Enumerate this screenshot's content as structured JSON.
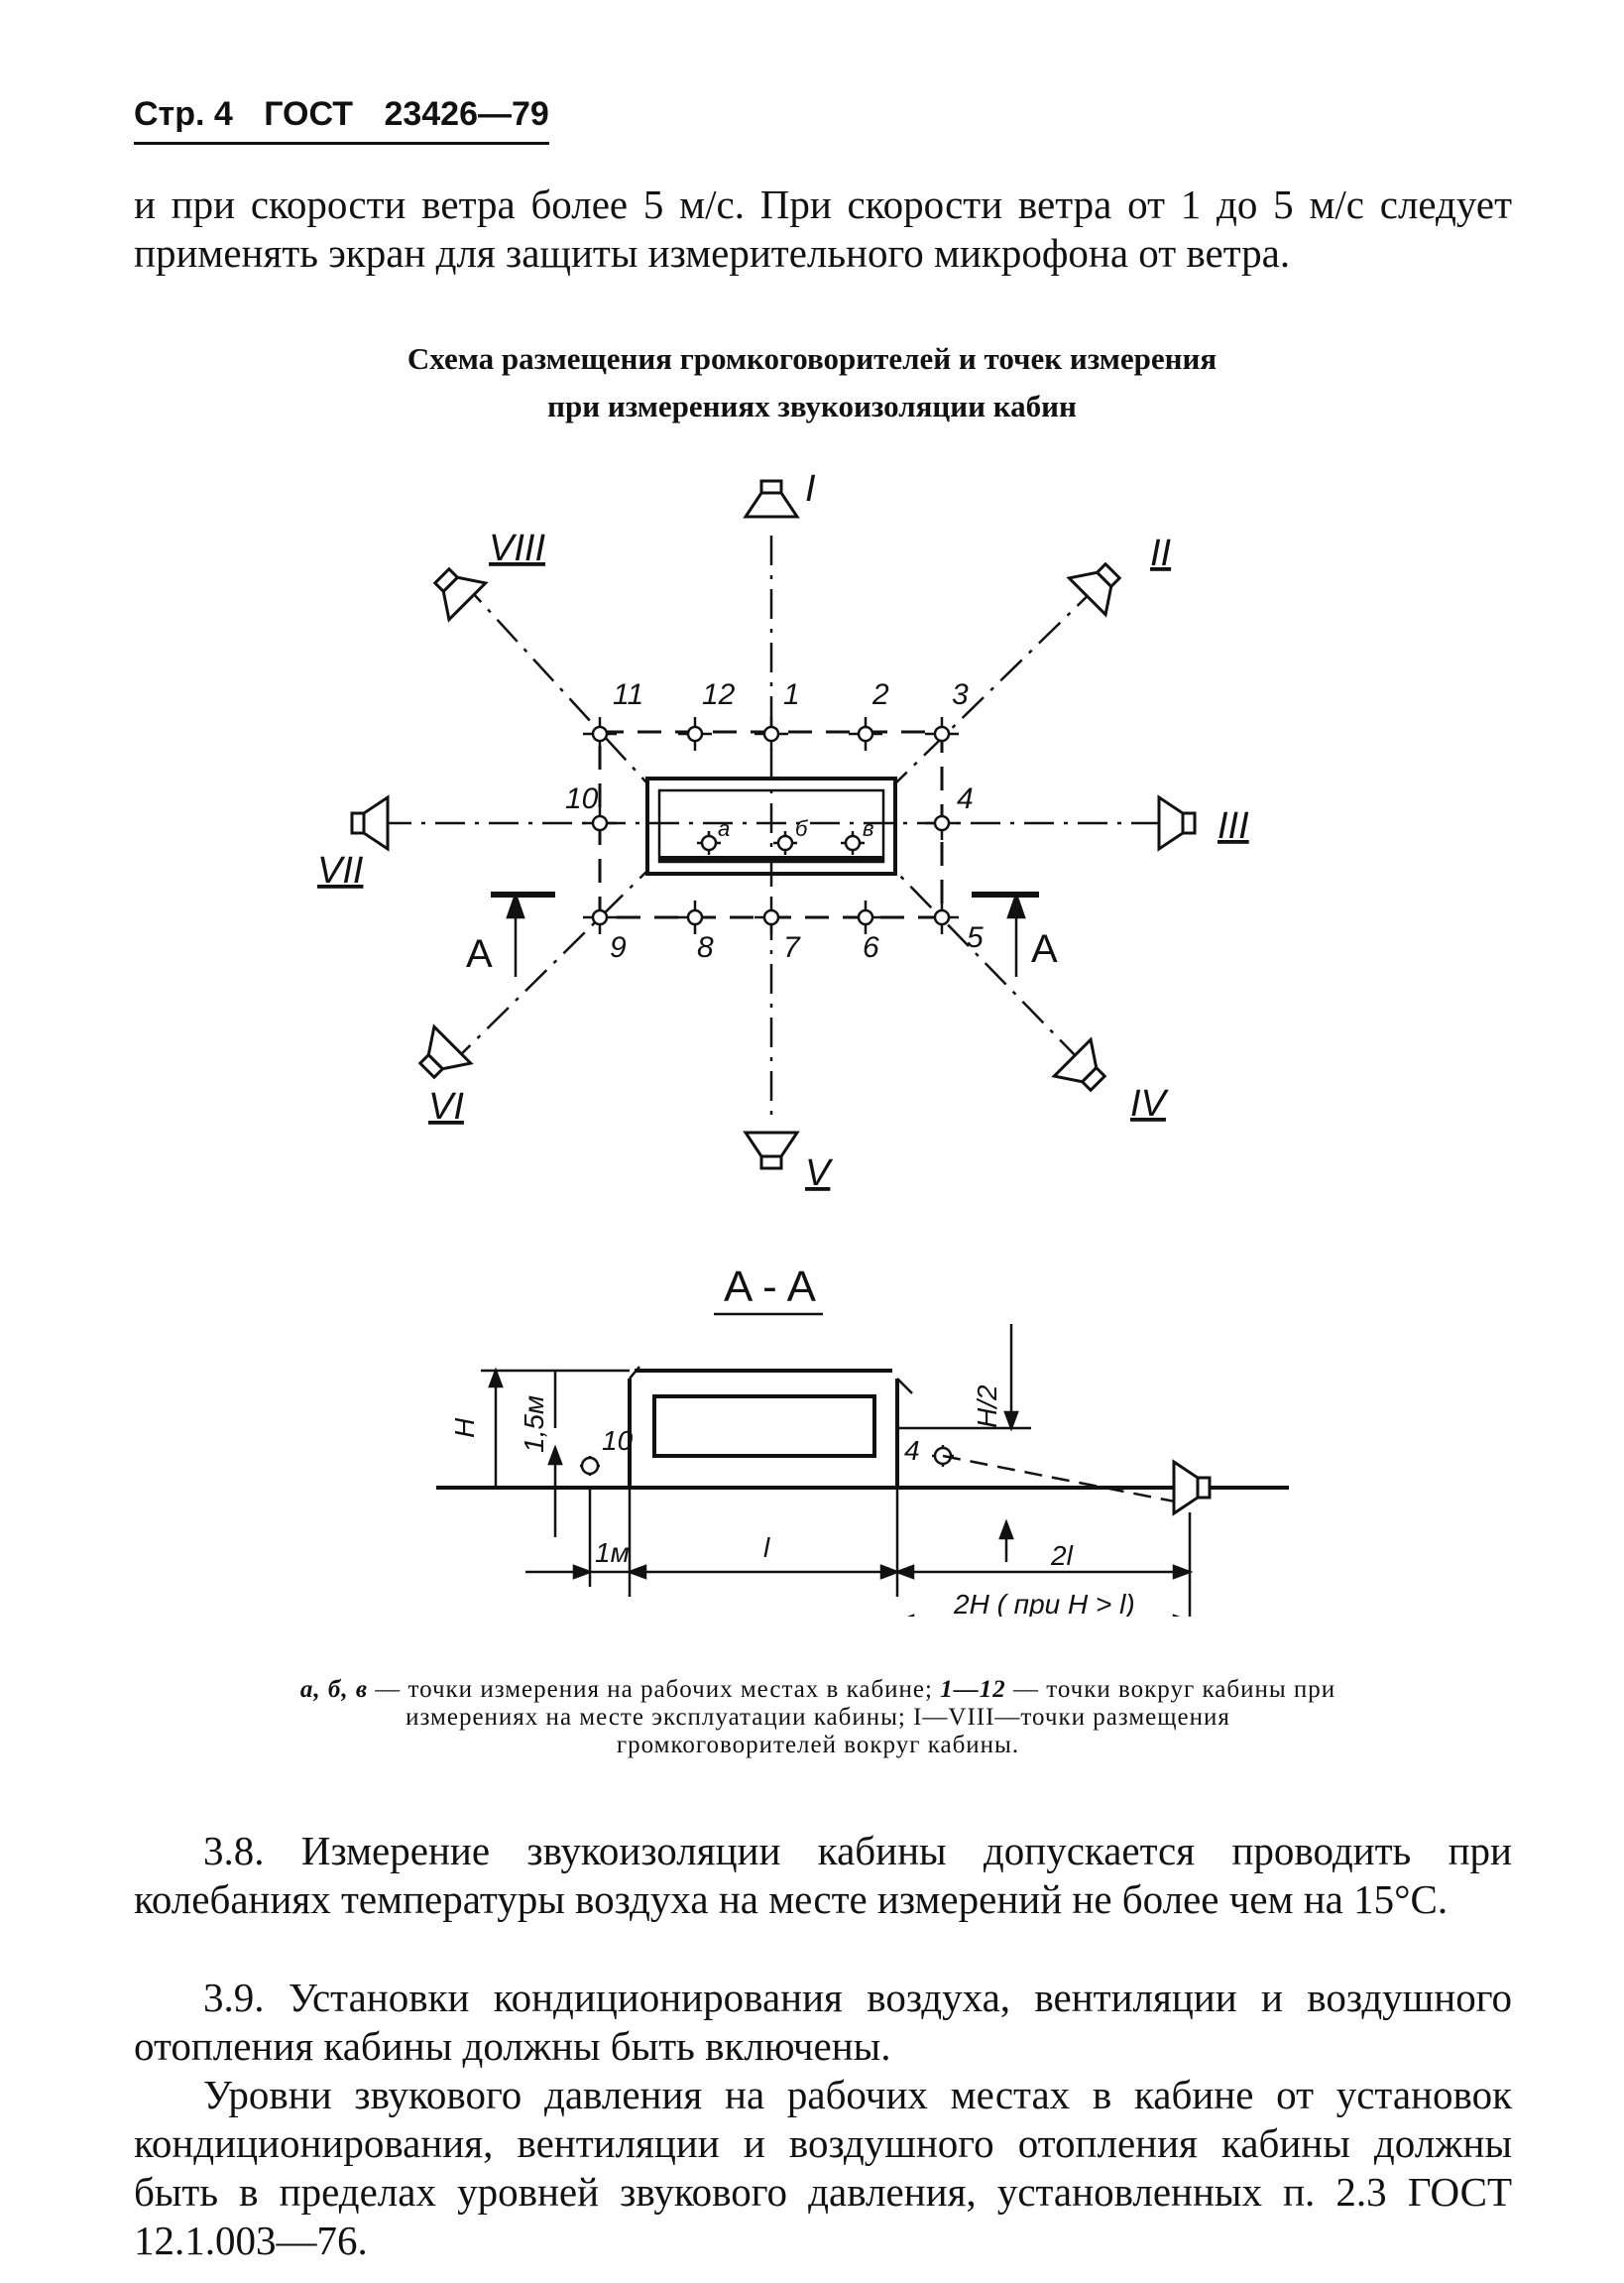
{
  "header": {
    "page": "Стр. 4",
    "std": "ГОСТ",
    "number": "23426—79"
  },
  "intro_text": "и при скорости ветра более 5 м/с. При скорости ветра от 1 до 5 м/с следует применять экран для защиты измерительного микрофона от ветра.",
  "figure": {
    "title_line1": "Схема размещения громкоговорителей и точек измерения",
    "title_line2": "при измерениях звукоизоляции кабин",
    "speakers": [
      "I",
      "II",
      "III",
      "IV",
      "V",
      "VI",
      "VII",
      "VIII"
    ],
    "points": [
      "1",
      "2",
      "3",
      "4",
      "5",
      "6",
      "7",
      "8",
      "9",
      "10",
      "11",
      "12"
    ],
    "seat_points": [
      "а",
      "б",
      "в"
    ],
    "section_marks": [
      "A",
      "A"
    ],
    "section_title": "A - A",
    "section_labels": {
      "h": "H",
      "h15": "1,5м",
      "h2": "H/2",
      "p10": "10",
      "p4": "4",
      "m1": "1м",
      "l": "l",
      "l2": "2l",
      "h2alt": "2H ( при H > l)"
    }
  },
  "caption": {
    "part1": "а, б, в",
    "part2": " — точки измерения на рабочих местах в кабине; ",
    "part3": "1—12",
    "part4": " — точки вокруг кабины при измерениях на месте эксплуатации кабины; I—VIII—точки размещения громкоговорителей вокруг кабины."
  },
  "p38": "3.8. Измерение звукоизоляции кабины допускается проводить при колебаниях температуры воздуха на месте измерений не более чем на 15°С.",
  "p39": "3.9. Установки кондиционирования воздуха, вентиляции и воздушного отопления кабины должны быть включены.",
  "p_levels": "Уровни звукового давления на рабочих местах в кабине от установок кондиционирования, вентиляции и воздушного отопления кабины должны быть в пределах уровней звукового давления, установленных п. 2.3 ГОСТ 12.1.003—76."
}
